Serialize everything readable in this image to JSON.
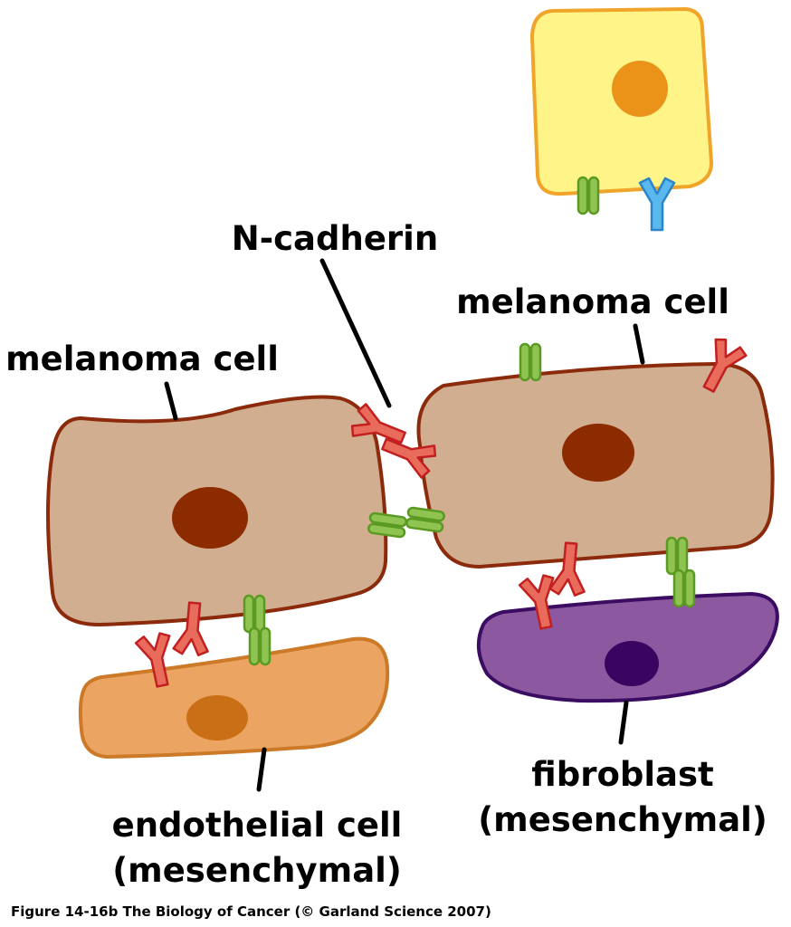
{
  "labels": {
    "n_cadherin": "N-cadherin",
    "melanoma_left": "melanoma cell",
    "melanoma_right": "melanoma cell",
    "endothelial_line1": "endothelial cell",
    "endothelial_line2": "(mesenchymal)",
    "fibroblast_line1": "fibroblast",
    "fibroblast_line2": "(mesenchymal)"
  },
  "caption": "Figure 14-16b  The Biology of Cancer (© Garland Science 2007)",
  "colors": {
    "melanoma_fill": "#d1ae90",
    "melanoma_stroke": "#8c2a0c",
    "melanoma_nucleus": "#8c2a00",
    "endothelial_fill": "#eba461",
    "endothelial_stroke": "#cc7a28",
    "endothelial_nucleus": "#c97016",
    "fibroblast_fill": "#8c58a0",
    "fibroblast_stroke": "#3a0d62",
    "fibroblast_nucleus": "#3a0560",
    "yellow_cell_fill": "#fef488",
    "yellow_cell_stroke": "#f0a52a",
    "yellow_cell_nucleus": "#eb9318",
    "n_cadherin": "#e96b5b",
    "green_receptor": "#8fc352",
    "blue_receptor": "#5ab8ee"
  }
}
